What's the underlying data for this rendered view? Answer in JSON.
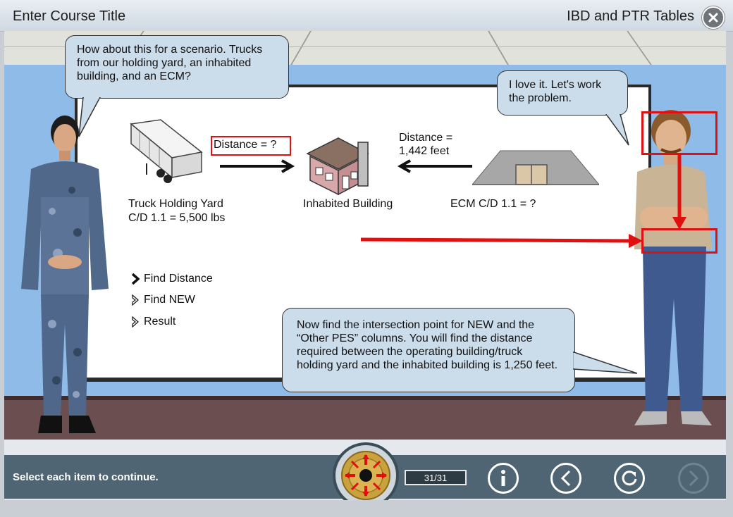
{
  "header": {
    "course_title": "Enter Course Title",
    "module_title": "IBD and PTR Tables"
  },
  "bubbles": {
    "instructor": "How about this for a scenario. Trucks from our holding yard, an inhabited building, and an ECM?",
    "student": "I love it. Let's work the problem.",
    "hint": "Now find the intersection point for NEW and the “Other PES” columns. You will find the distance required between the operating building/truck holding yard and the inhabited building is 1,250 feet."
  },
  "diagram": {
    "distance_unknown": "Distance = ?",
    "distance_known_line1": "Distance =",
    "distance_known_line2": "1,442 feet",
    "truck_label_line1": "Truck Holding Yard",
    "truck_label_line2": "C/D 1.1 = 5,500 lbs",
    "building_label": "Inhabited Building",
    "ecm_label": "ECM C/D 1.1 = ?"
  },
  "menu": {
    "items": [
      {
        "label": "Find Distance"
      },
      {
        "label": "Find NEW"
      },
      {
        "label": "Result"
      }
    ]
  },
  "footer": {
    "status": "Select each item to continue.",
    "page_counter": "31/31"
  },
  "colors": {
    "highlight_red": "#e01010",
    "bubble_fill": "#cbdceb",
    "nav_bar": "#4f6573"
  }
}
